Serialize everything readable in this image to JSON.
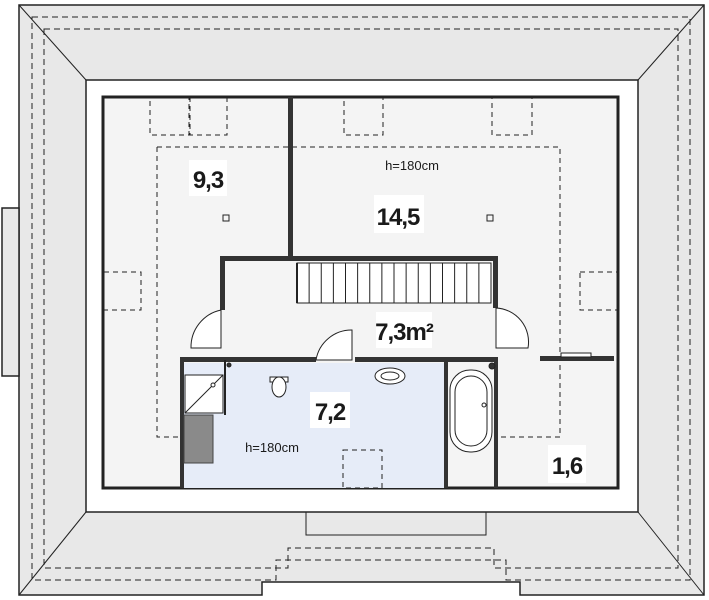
{
  "rooms": {
    "room_nw": {
      "area": "9,3"
    },
    "room_n": {
      "area": "14,5"
    },
    "hall": {
      "area": "7,3m²"
    },
    "bathroom": {
      "area": "7,2"
    },
    "storage": {
      "area": "1,6"
    }
  },
  "notes": {
    "height_top": "h=180cm",
    "height_bath": "h=180cm"
  },
  "colors": {
    "roof": "#e8e8e8",
    "floor": "#f4f4f4",
    "bathroom_floor": "#e6ecf8",
    "wall": "#333333",
    "chimney": "#8a8a8a",
    "line": "#222222"
  }
}
